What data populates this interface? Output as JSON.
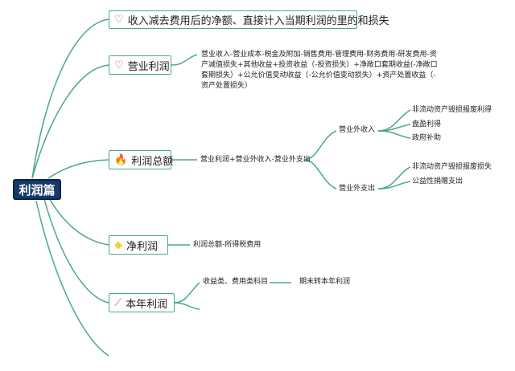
{
  "root": {
    "label": "利润篇"
  },
  "branches": [
    {
      "label": "收入减去费用后的净额、直接计入当期利润的里的和损失",
      "icon": "heart-icon"
    },
    {
      "label": "营业利润",
      "icon": "heart-icon",
      "detail": "营业收入-营业成本-税金及附加-销售费用-管理费用-财务费用-研发费用-资产减值损失+其他收益+投资收益（-投资损失）+净敞口套期收益(-净敞口套期损失）+公允价值变动收益（-公允价值变动损失）+资产处置收益（-资产处置损失）"
    },
    {
      "label": "利润总额",
      "icon": "fire-icon",
      "formula": "营业利润+营业外收入-营业外支出",
      "sub": [
        {
          "label": "营业外收入",
          "items": [
            "非流动资产毁损报废利得",
            "盘盈利得",
            "政府补助"
          ]
        },
        {
          "label": "营业外支出",
          "items": [
            "非流动资产毁损报废损失",
            "公益性捐赠支出"
          ]
        }
      ]
    },
    {
      "label": "净利润",
      "icon": "gem-icon",
      "formula": "利润总额-所得税费用"
    },
    {
      "label": "本年利润",
      "icon": "wand-icon",
      "item": "收益类、费用类科目",
      "target": "期末转本年利润"
    }
  ],
  "colors": {
    "line": "#4aa88a",
    "root_bg": "#153a6b",
    "heart": "#e8375a",
    "fire": "#f0471d",
    "gem": "#f3d23a"
  }
}
